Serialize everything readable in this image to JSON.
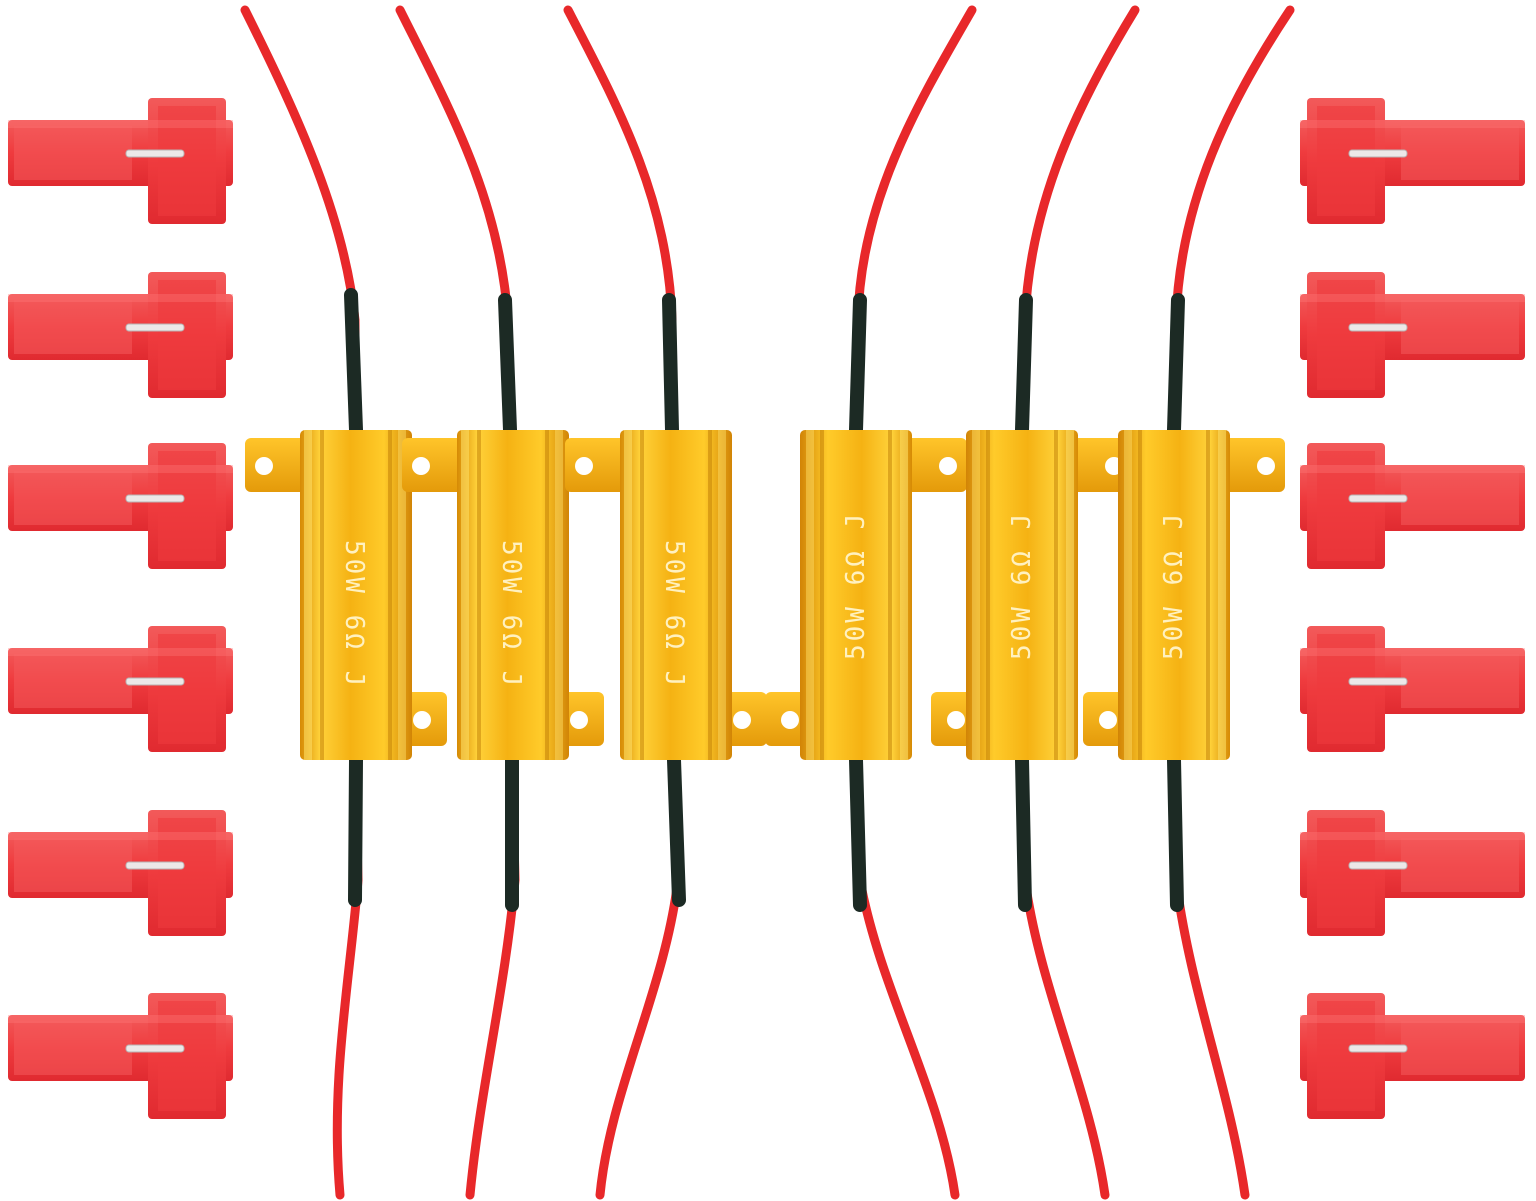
{
  "product": {
    "resistor_marking": "50W 6Ω J",
    "resistor_count": 6,
    "connector_count": 12
  },
  "colors": {
    "background": "#ffffff",
    "resistor_gold": "#f2a90c",
    "resistor_highlight": "#ffd23a",
    "resistor_shadow": "#c98206",
    "marking_text": "#fff1c0",
    "wire_red": "#e8282a",
    "heatshrink_black": "#1c2a24",
    "connector_red": "#f04444",
    "connector_shade": "#d82c30",
    "connector_metal": "#e9e6e6"
  },
  "resistors": [
    {
      "id": "r1",
      "text_orientation": "rotate-cw",
      "marking": "50W 6Ω J"
    },
    {
      "id": "r2",
      "text_orientation": "rotate-cw",
      "marking": "50W 6Ω J"
    },
    {
      "id": "r3",
      "text_orientation": "rotate-cw",
      "marking": "50W 6Ω J"
    },
    {
      "id": "r4",
      "text_orientation": "rotate-ccw",
      "marking": "50W 6Ω J"
    },
    {
      "id": "r5",
      "text_orientation": "rotate-ccw",
      "marking": "50W 6Ω J"
    },
    {
      "id": "r6",
      "text_orientation": "rotate-ccw",
      "marking": "50W 6Ω J"
    }
  ]
}
